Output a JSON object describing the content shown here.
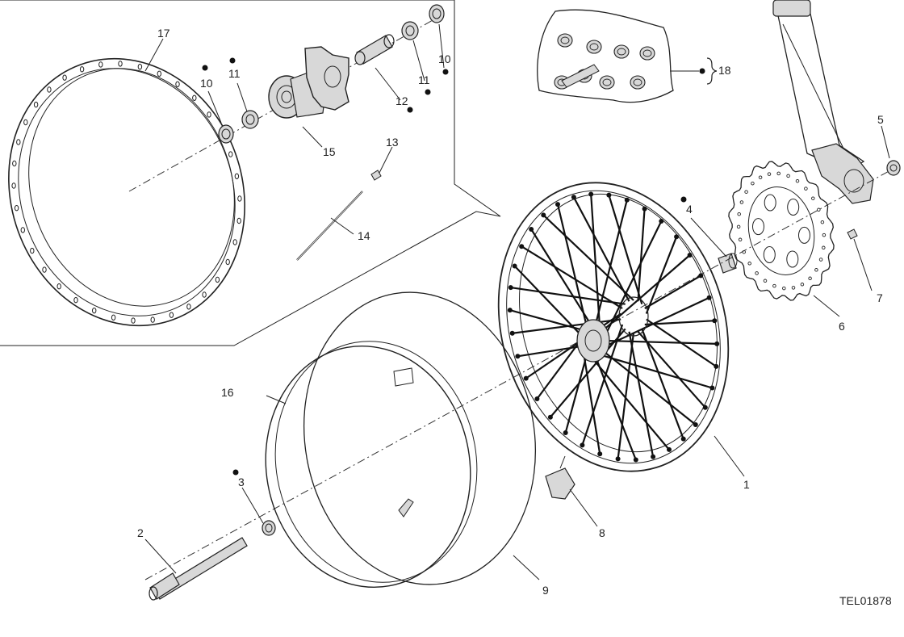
{
  "diagram": {
    "drawing_code": "TEL01878",
    "callouts": [
      {
        "id": "c1",
        "text": "1"
      },
      {
        "id": "c2",
        "text": "2"
      },
      {
        "id": "c3",
        "text": "3"
      },
      {
        "id": "c4",
        "text": "4"
      },
      {
        "id": "c5",
        "text": "5"
      },
      {
        "id": "c6",
        "text": "6"
      },
      {
        "id": "c7",
        "text": "7"
      },
      {
        "id": "c8",
        "text": "8"
      },
      {
        "id": "c9",
        "text": "9"
      },
      {
        "id": "c10a",
        "text": "10"
      },
      {
        "id": "c10b",
        "text": "10"
      },
      {
        "id": "c11a",
        "text": "11"
      },
      {
        "id": "c11b",
        "text": "11"
      },
      {
        "id": "c12",
        "text": "12"
      },
      {
        "id": "c13",
        "text": "13"
      },
      {
        "id": "c14",
        "text": "14"
      },
      {
        "id": "c15",
        "text": "15"
      },
      {
        "id": "c16",
        "text": "16"
      },
      {
        "id": "c17",
        "text": "17"
      },
      {
        "id": "c18",
        "text": "18"
      }
    ]
  }
}
